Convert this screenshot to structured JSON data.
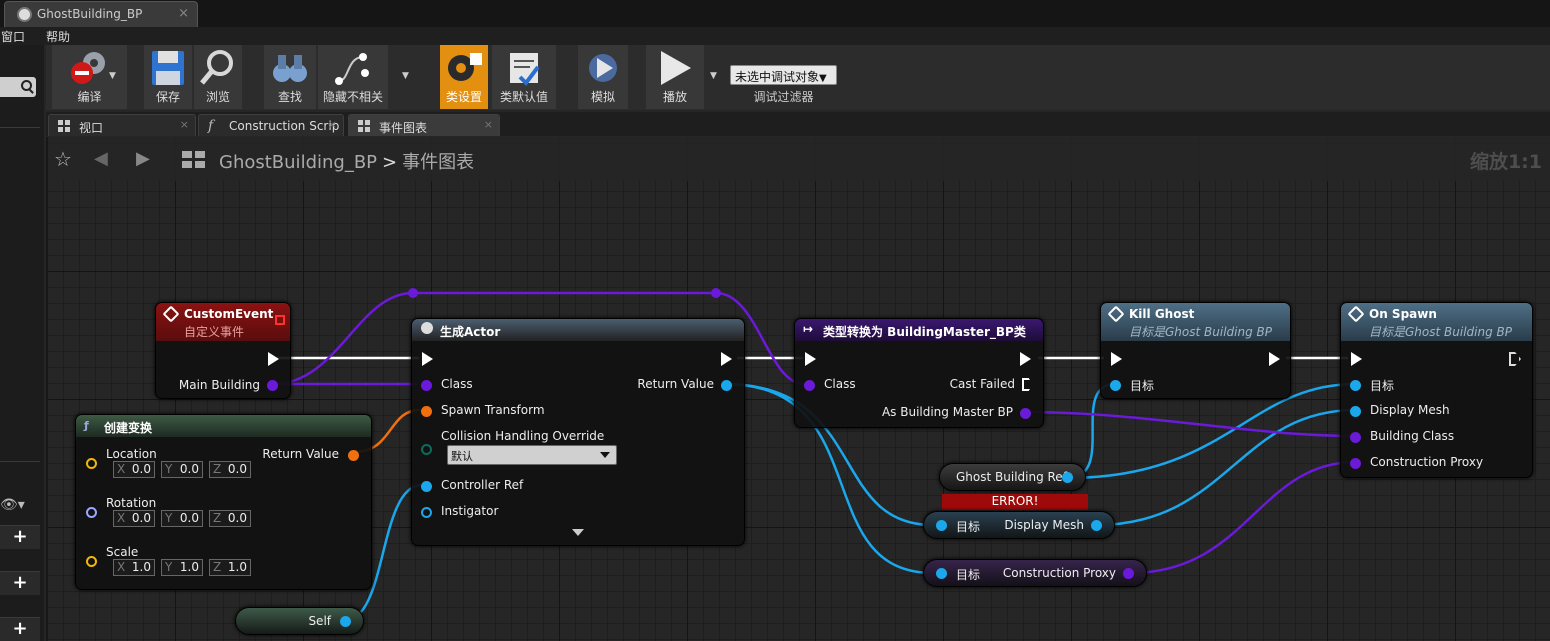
{
  "window": {
    "tab_title": "GhostBuilding_BP",
    "tab_close": "×"
  },
  "menu": [
    "窗口",
    "帮助"
  ],
  "toolbar": {
    "compile": "编译",
    "save": "保存",
    "browse": "浏览",
    "find": "查找",
    "hide_unrelated": "隐藏不相关",
    "class_settings": "类设置",
    "class_defaults": "类默认值",
    "simulate": "模拟",
    "play": "播放",
    "debug_select": "未选中调试对象",
    "debug_filter": "调试过滤器"
  },
  "editor_tabs": [
    {
      "label": "视口",
      "icon": "grid-icon"
    },
    {
      "label": "Construction Scrip",
      "icon": "function-icon"
    },
    {
      "label": "事件图表",
      "icon": "graph-icon"
    }
  ],
  "breadcrumb": {
    "blueprint": "GhostBuilding_BP",
    "separator": ">",
    "graph": "事件图表",
    "zoom": "缩放1:1"
  },
  "nodes": {
    "custom_event": {
      "title": "CustomEvent",
      "subtitle": "自定义事件",
      "pin": "Main Building"
    },
    "make_transform": {
      "title": "创建变换",
      "location": "Location",
      "rotation": "Rotation",
      "scale": "Scale",
      "return": "Return Value",
      "loc": [
        "0.0",
        "0.0",
        "0.0"
      ],
      "rot": [
        "0.0",
        "0.0",
        "0.0"
      ],
      "scl": [
        "1.0",
        "1.0",
        "1.0"
      ],
      "axes": [
        "X",
        "Y",
        "Z"
      ]
    },
    "spawn_actor": {
      "title": "生成Actor",
      "class": "Class",
      "spawn_transform": "Spawn Transform",
      "collision": "Collision Handling Override",
      "collision_value": "默认",
      "controller": "Controller Ref",
      "instigator": "Instigator",
      "return": "Return Value"
    },
    "cast": {
      "title": "类型转换为 BuildingMaster_BP类",
      "class": "Class",
      "cast_failed": "Cast Failed",
      "as_ref": "As Building Master BP"
    },
    "kill_ghost": {
      "title": "Kill Ghost",
      "subtitle": "目标是Ghost Building BP",
      "target": "目标"
    },
    "on_spawn": {
      "title": "On Spawn",
      "subtitle": "目标是Ghost Building BP",
      "target": "目标",
      "display_mesh": "Display Mesh",
      "building_class": "Building Class",
      "construction_proxy": "Construction Proxy"
    },
    "ghost_ref": {
      "label": "Ghost Building Ref",
      "error": "ERROR!"
    },
    "get_display_mesh": {
      "target": "目标",
      "label": "Display Mesh"
    },
    "get_construction_proxy": {
      "target": "目标",
      "label": "Construction Proxy"
    },
    "self_ref": {
      "label": "Self"
    }
  },
  "colors": {
    "exec": "#ffffff",
    "object": "#1aa7ec",
    "class": "#5a00e0",
    "struct": "#f07010",
    "vector": "#f5b800",
    "rotator": "#9aa8ff",
    "custom_event_header": "#7a0f0f",
    "function_header": "#4a6a80",
    "cast_header": "#2e1255"
  }
}
